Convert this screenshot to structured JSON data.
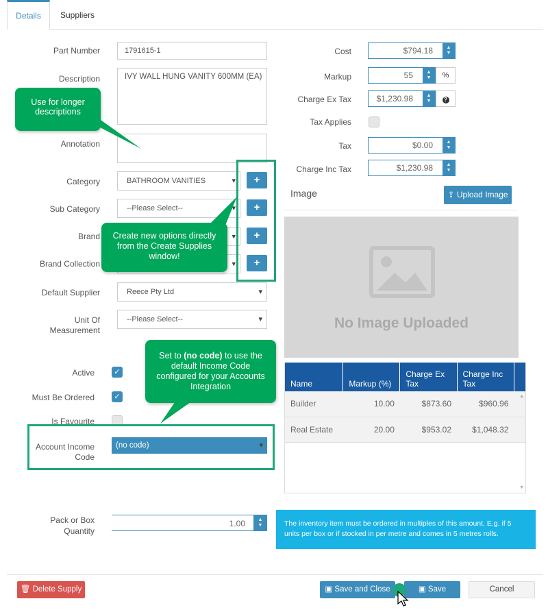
{
  "tabs": [
    {
      "label": "Details"
    },
    {
      "label": "Suppliers"
    }
  ],
  "left": {
    "part_number_label": "Part Number",
    "part_number_value": "1791615-1",
    "description_label": "Description",
    "description_value": "IVY WALL HUNG VANITY 600MM (EA)",
    "annotation_label": "Annotation",
    "category_label": "Category",
    "category_value": "BATHROOM VANITIES",
    "subcategory_label": "Sub Category",
    "subcategory_value": "--Please Select--",
    "brand_label": "Brand",
    "brand_collection_label": "Brand Collection",
    "default_supplier_label": "Default Supplier",
    "default_supplier_value": "Reece Pty Ltd",
    "uom_label_1": "Unit Of",
    "uom_label_2": "Measurement",
    "uom_value": "--Please Select--",
    "active_label": "Active",
    "must_be_ordered_label": "Must Be Ordered",
    "is_favourite_label": "Is Favourite",
    "account_income_label_1": "Account Income",
    "account_income_label_2": "Code",
    "account_income_value": "(no code)",
    "pack_label_1": "Pack or Box",
    "pack_label_2": "Quantity",
    "pack_value": "1.00",
    "plus_glyph": "+"
  },
  "right": {
    "cost_label": "Cost",
    "cost_value": "$794.18",
    "markup_label": "Markup",
    "markup_value": "55",
    "markup_unit": "%",
    "charge_ex_label": "Charge Ex Tax",
    "charge_ex_value": "$1,230.98",
    "tax_applies_label": "Tax Applies",
    "tax_label": "Tax",
    "tax_value": "$0.00",
    "charge_inc_label": "Charge Inc Tax",
    "charge_inc_value": "$1,230.98",
    "image_heading": "Image",
    "upload_label": "Upload Image",
    "no_image_text": "No Image Uploaded"
  },
  "price_table": {
    "headers": [
      "Name",
      "Markup (%)",
      "Charge Ex Tax",
      "Charge Inc Tax"
    ],
    "rows": [
      [
        "Builder",
        "10.00",
        "$873.60",
        "$960.96"
      ],
      [
        "Real Estate",
        "20.00",
        "$953.02",
        "$1,048.32"
      ]
    ]
  },
  "info_text": "The inventory item must be ordered in multiples of this amount. E.g. if 5 units per box or if stocked in per metre and comes in 5 metres rolls.",
  "tips": {
    "longer_descriptions": "Use for longer descriptions",
    "create_options": "Create new options directly from the Create Supplies window!",
    "no_code_prefix": "Set to ",
    "no_code_bold": "(no code)",
    "no_code_suffix": " to use the default Income Code configured for your Accounts Integration"
  },
  "footer": {
    "delete_label": "Delete Supply",
    "save_close_label": "Save and Close",
    "save_label": "Save",
    "cancel_label": "Cancel"
  },
  "colors": {
    "primary": "#3c8dbc",
    "tip_green": "#00a65a",
    "danger": "#d9534f",
    "info": "#1ab3e6"
  }
}
